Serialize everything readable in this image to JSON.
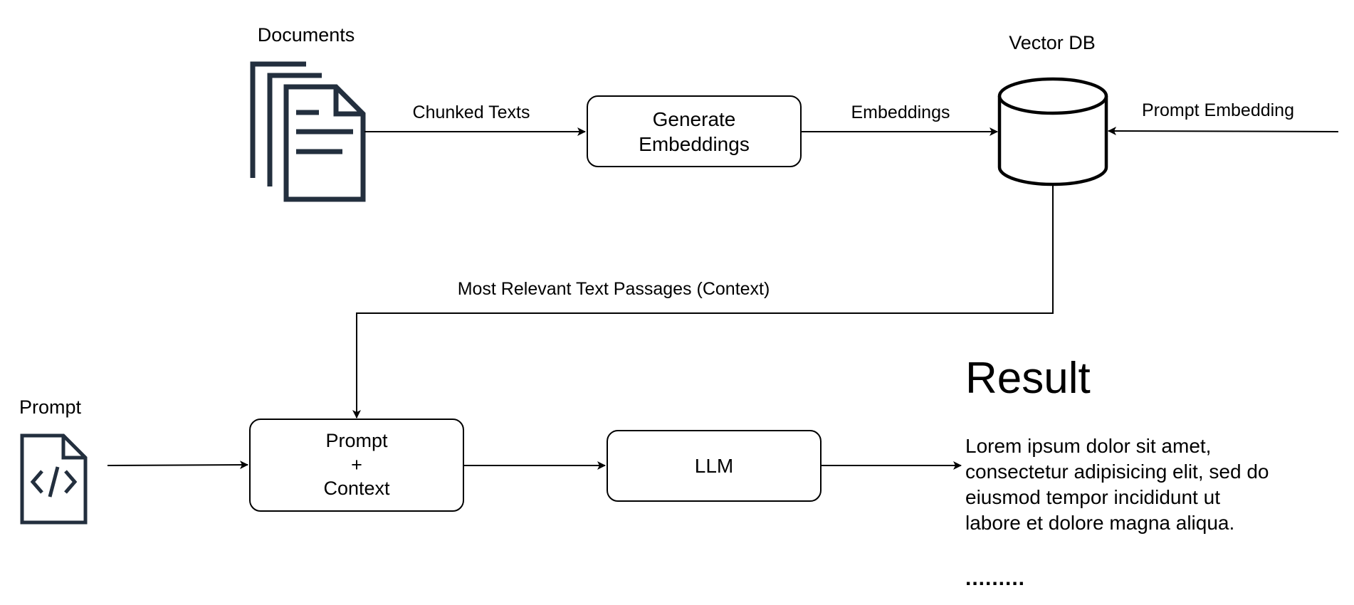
{
  "documents": {
    "label": "Documents"
  },
  "vector_db": {
    "label": "Vector DB"
  },
  "prompt_source": {
    "label": "Prompt"
  },
  "edges": {
    "chunked_texts": "Chunked Texts",
    "embeddings": "Embeddings",
    "prompt_embedding": "Prompt Embedding",
    "context": "Most Relevant Text Passages (Context)"
  },
  "nodes": {
    "generate_embeddings": {
      "line1": "Generate",
      "line2": "Embeddings"
    },
    "prompt_context": {
      "line1": "Prompt",
      "line2": "+",
      "line3": "Context"
    },
    "llm": {
      "label": "LLM"
    }
  },
  "result": {
    "title": "Result",
    "body": "Lorem ipsum dolor sit amet, consectetur adipisicing elit, sed do eiusmod tempor incididunt ut labore et dolore magna aliqua.",
    "ellipsis": "........."
  },
  "colors": {
    "icon": "#232f3e",
    "line": "#000000"
  }
}
